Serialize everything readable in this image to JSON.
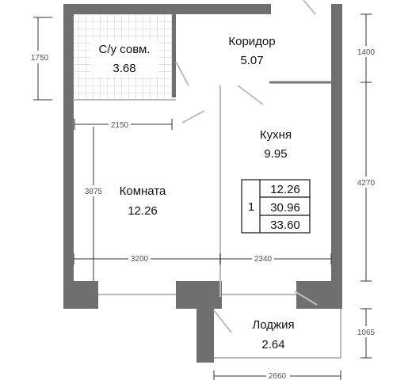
{
  "rooms": {
    "bathroom": {
      "name": "С/у совм.",
      "area": "3.68"
    },
    "corridor": {
      "name": "Коридор",
      "area": "5.07"
    },
    "kitchen": {
      "name": "Кухня",
      "area": "9.95"
    },
    "room": {
      "name": "Комната",
      "area": "12.26"
    },
    "loggia": {
      "name": "Лоджия",
      "area": "2.64"
    }
  },
  "dimensions": {
    "bath_height": "1750",
    "bath_width": "2150",
    "room_height": "3875",
    "room_width": "3200",
    "kitchen_width": "2340",
    "corridor_height": "1400",
    "kitchen_height": "4270",
    "loggia_height": "1065",
    "loggia_width": "2660"
  },
  "summary": {
    "rooms_count": "1",
    "living_area": "12.26",
    "total_area": "30.96",
    "total_with_loggia": "33.60"
  }
}
